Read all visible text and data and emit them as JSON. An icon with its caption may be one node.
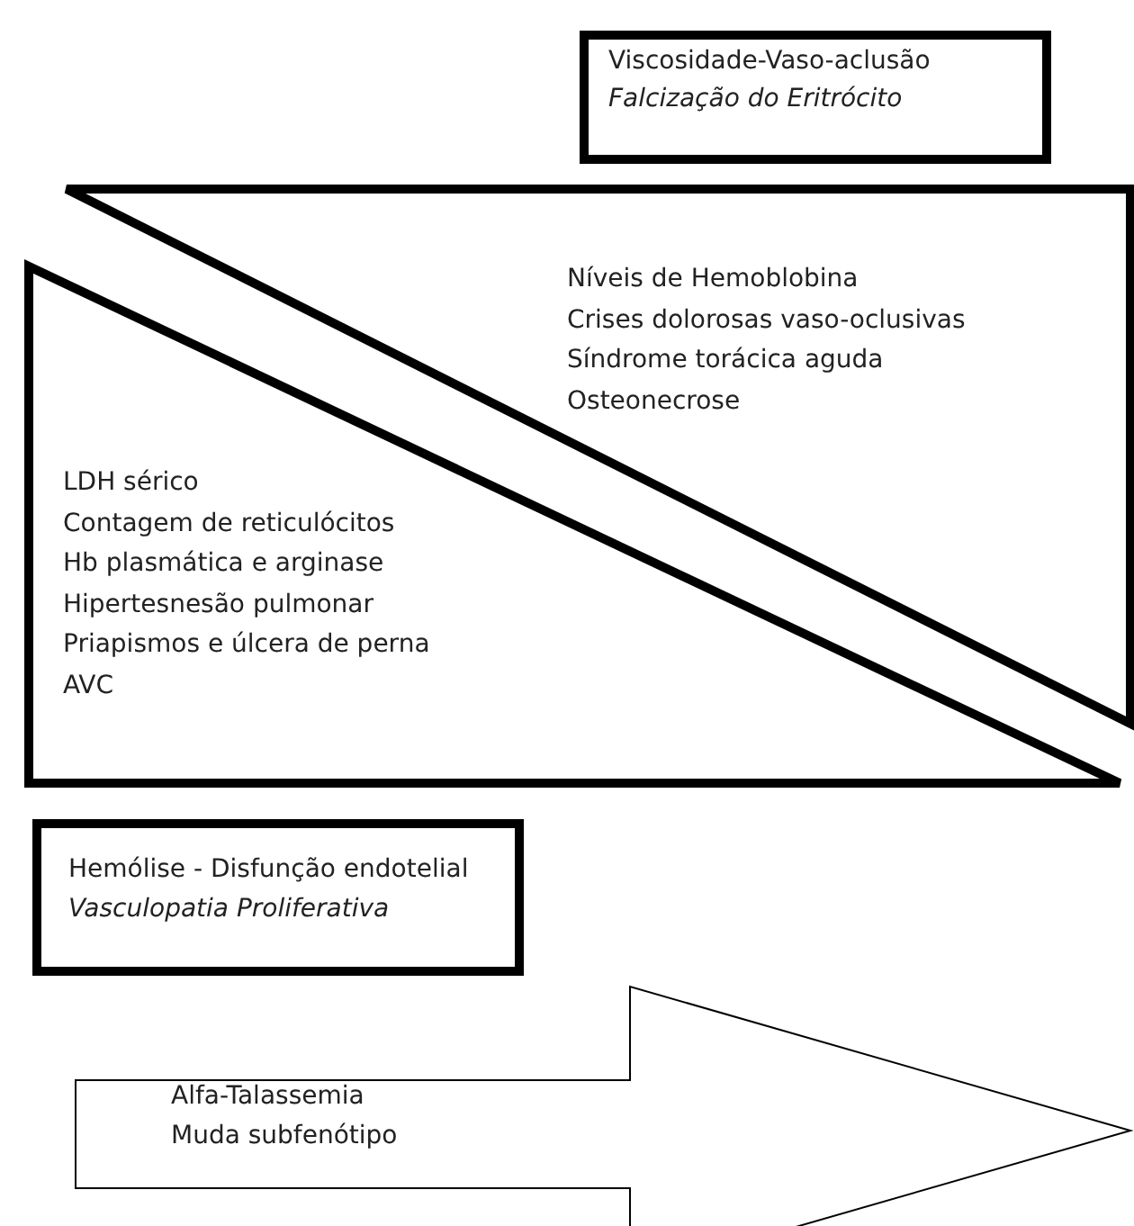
{
  "diagram": {
    "nodes": [
      {
        "text": [
          "Viscosidade-Vaso-aclusão",
          "Falcização do Eritrócito"
        ]
      },
      {
        "text": [
          "Níveis de Hemoblobina",
          "Crises dolorosas vaso-oclusivas",
          "Síndrome torácica aguda",
          "Osteonecrose"
        ]
      },
      {
        "text": [
          "LDH sérico",
          "Contagem de reticulócitos",
          "Hb plasmática e arginase",
          "Hipertesnesão pulmonar",
          "Priapismos e úlcera de perna",
          "AVC"
        ]
      },
      {
        "text": [
          "Hemólise - Disfunção endotelial",
          "Vasculopatia Proliferativa"
        ]
      },
      {
        "text": [
          "Alfa-Talassemia",
          "Muda subfenótipo"
        ]
      }
    ]
  }
}
